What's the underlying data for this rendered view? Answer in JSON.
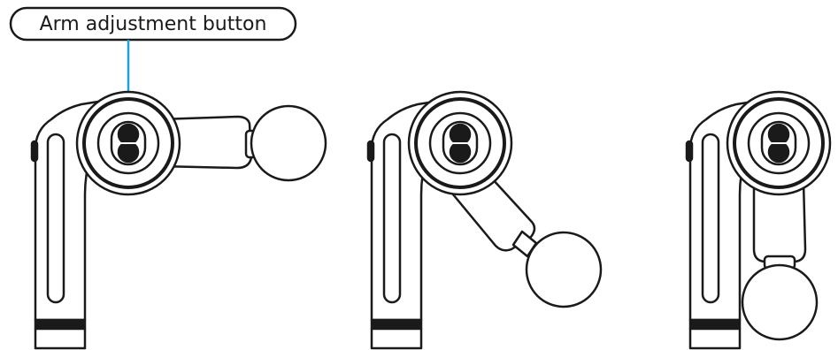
{
  "callout": {
    "label": "Arm adjustment button",
    "pointer_color": "#1aa3d9"
  },
  "colors": {
    "line": "#1a1a1a",
    "background": "#ffffff"
  },
  "figures": [
    {
      "arm_position": "horizontal"
    },
    {
      "arm_position": "diagonal-down"
    },
    {
      "arm_position": "vertical-down"
    }
  ]
}
